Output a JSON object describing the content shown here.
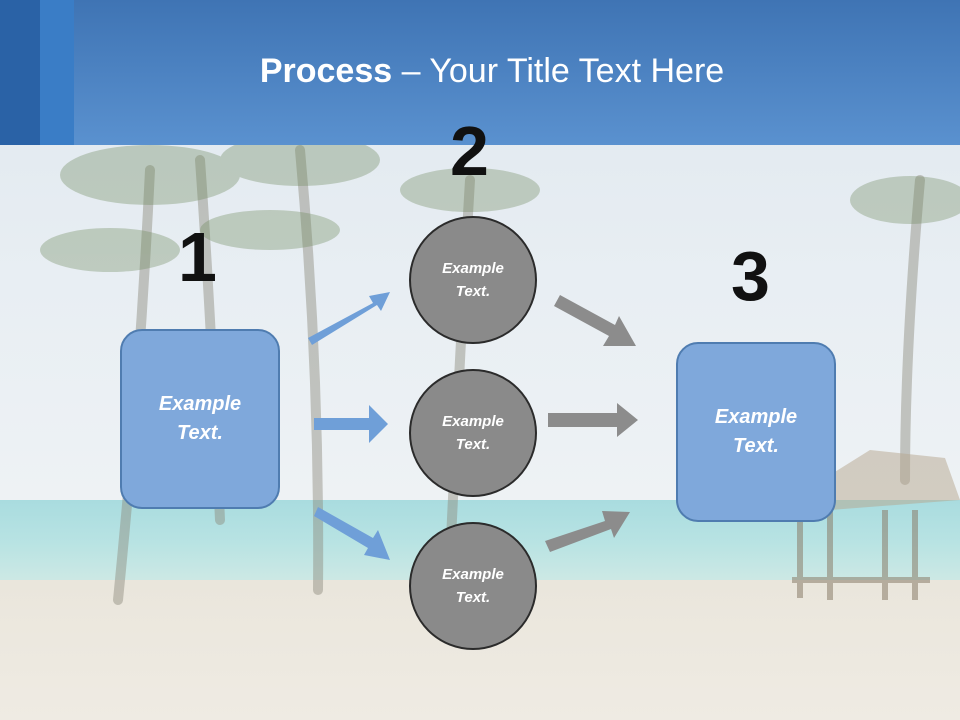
{
  "title": {
    "bold": "Process",
    "rest": " – Your Title Text Here"
  },
  "steps": {
    "one": "1",
    "two": "2",
    "three": "3"
  },
  "box_left": "Example\nText.",
  "box_right": "Example\nText.",
  "circles": [
    "Example\nText.",
    "Example\nText.",
    "Example\nText."
  ],
  "colors": {
    "header": "#4f86c6",
    "box_fill": "#7fa8db",
    "circle_fill": "#8a8a8a",
    "arrow_blue": "#6f9fd8",
    "arrow_gray": "#8c8c8c"
  }
}
